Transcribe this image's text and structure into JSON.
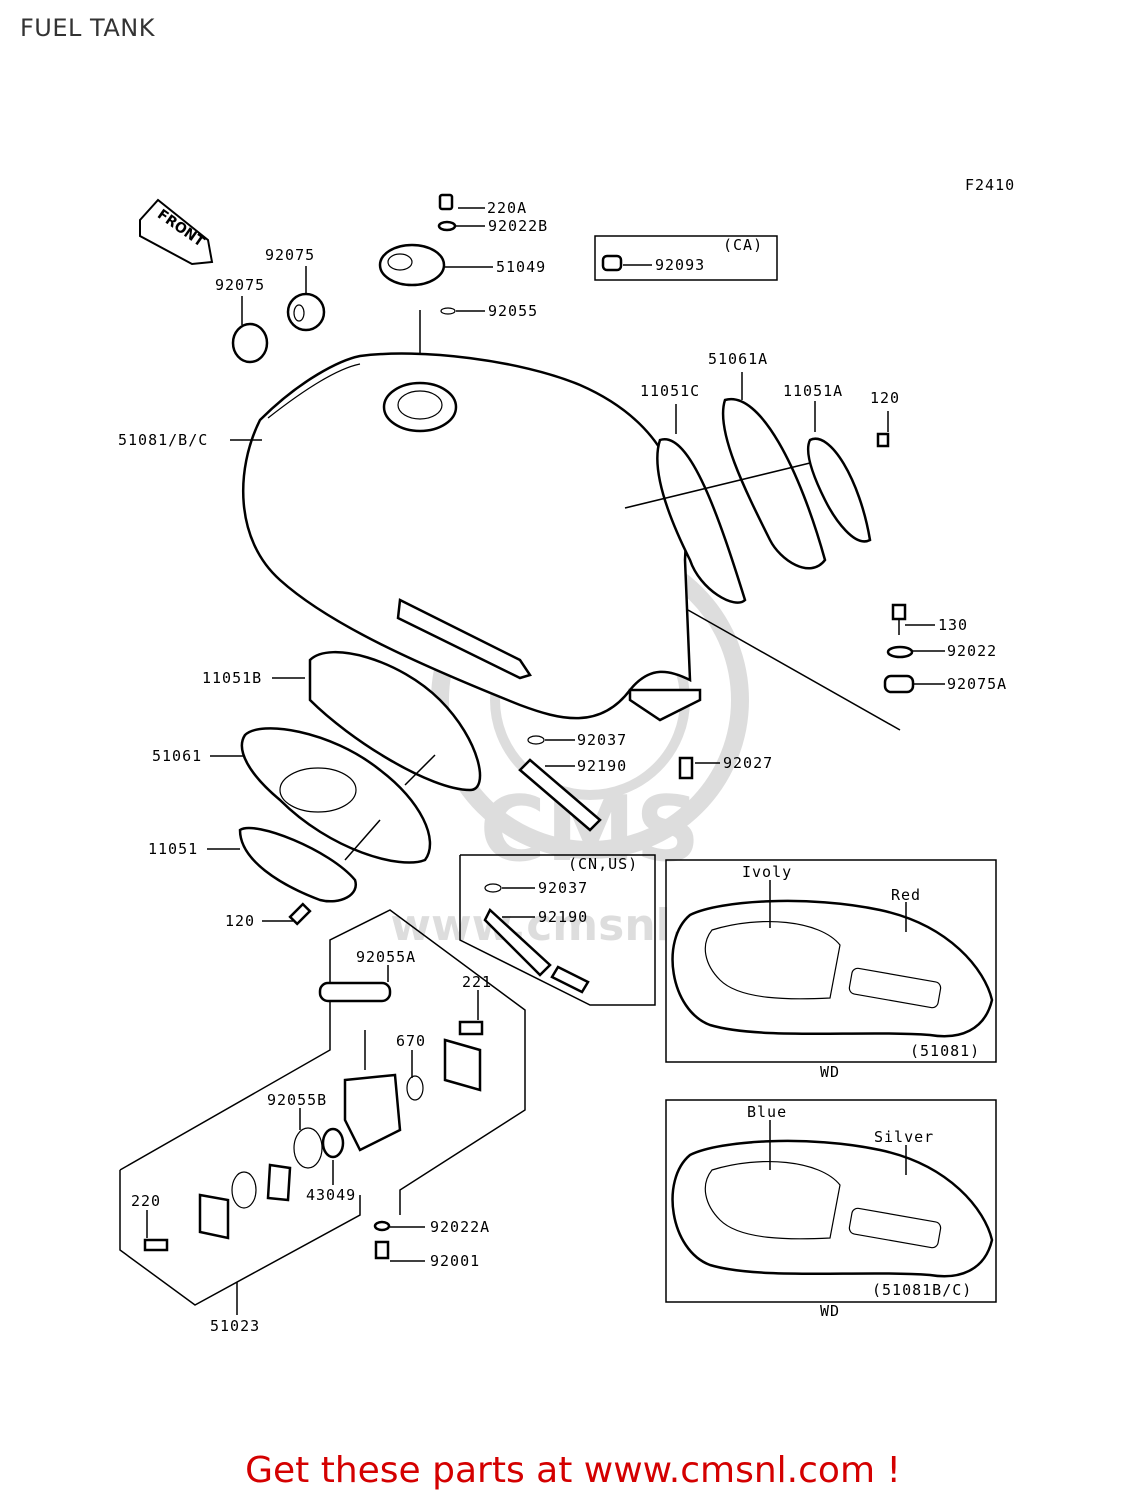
{
  "title": "FUEL TANK",
  "figure_code": "F2410",
  "front_arrow": "FRONT",
  "footer": "Get these parts at www.cmsnl.com !",
  "watermark": "www.cmsnl.com",
  "callouts": {
    "c220A": "220A",
    "c92022B": "92022B",
    "c51049": "51049",
    "c92055": "92055",
    "c92075a": "92075",
    "c92075b": "92075",
    "c92093": "92093",
    "ca_tag": "(CA)",
    "c51061A": "51061A",
    "c11051C": "11051C",
    "c11051A": "11051A",
    "c120a": "120",
    "c51081BC": "51081/B/C",
    "c130": "130",
    "c92022": "92022",
    "c92075A": "92075A",
    "c11051B": "11051B",
    "c92037a": "92037",
    "c92190a": "92190",
    "c92027": "92027",
    "c51061": "51061",
    "c11051": "11051",
    "c120b": "120",
    "cnus_tag": "(CN,US)",
    "c92037b": "92037",
    "c92190b": "92190",
    "c92055A": "92055A",
    "c221": "221",
    "c670": "670",
    "c92055B": "92055B",
    "c43049": "43049",
    "c220": "220",
    "c92022A": "92022A",
    "c92001": "92001",
    "c51023": "51023"
  },
  "color_panels": [
    {
      "part": "(51081)",
      "model": "WD",
      "color1": "Ivoly",
      "color2": "Red"
    },
    {
      "part": "(51081B/C)",
      "model": "WD",
      "color1": "Blue",
      "color2": "Silver"
    }
  ]
}
